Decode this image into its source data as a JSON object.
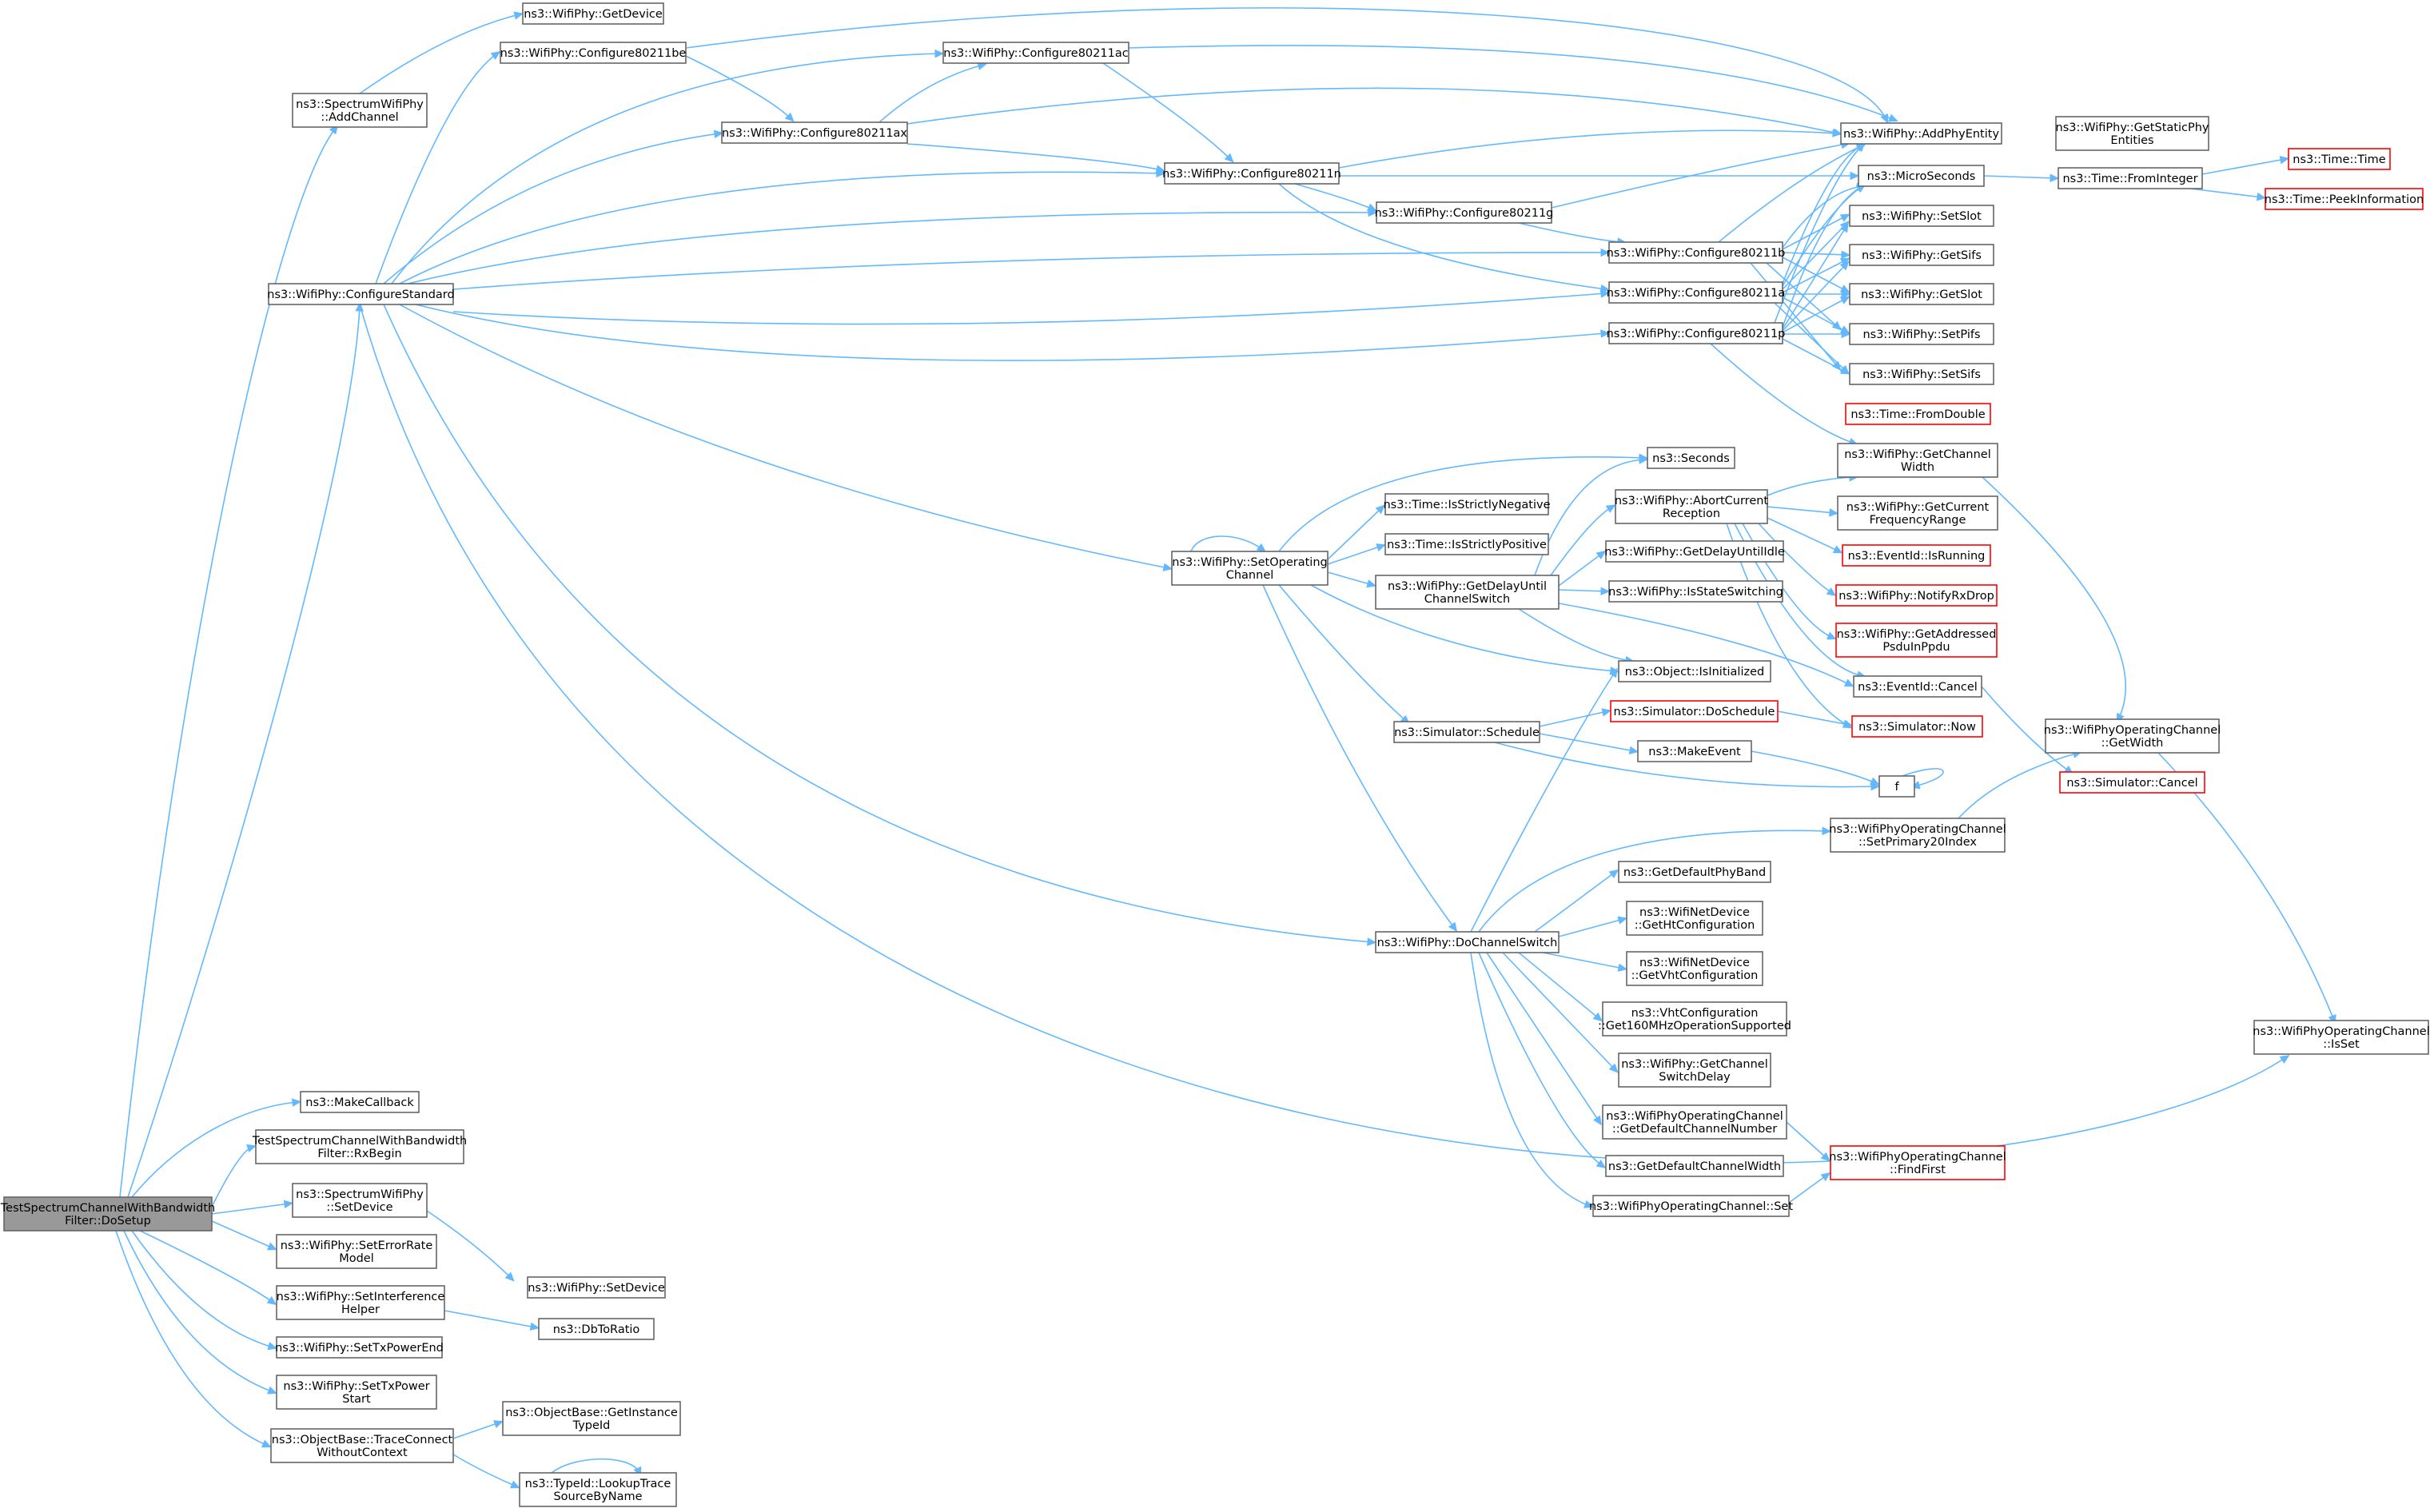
{
  "colors": {
    "edge": "#63b8ff",
    "node_border": "#666666",
    "node_fill": "#ffffff",
    "root_fill": "#999999",
    "truncated_border": "#ff0000"
  },
  "graph": {
    "nodes": [
      {
        "id": "root",
        "lines": [
          "TestSpectrumChannelWithBandwidth",
          "Filter::DoSetup"
        ]
      },
      {
        "id": "addChannel",
        "lines": [
          "ns3::SpectrumWifiPhy",
          "::AddChannel"
        ]
      },
      {
        "id": "configStd",
        "lines": [
          "ns3::WifiPhy::ConfigureStandard"
        ]
      },
      {
        "id": "makeCallback",
        "lines": [
          "ns3::MakeCallback"
        ]
      },
      {
        "id": "rxBegin",
        "lines": [
          "TestSpectrumChannelWithBandwidth",
          "Filter::RxBegin"
        ]
      },
      {
        "id": "setDeviceS",
        "lines": [
          "ns3::SpectrumWifiPhy",
          "::SetDevice"
        ]
      },
      {
        "id": "setErrorRate",
        "lines": [
          "ns3::WifiPhy::SetErrorRate",
          "Model"
        ]
      },
      {
        "id": "setInterference",
        "lines": [
          "ns3::WifiPhy::SetInterference",
          "Helper"
        ]
      },
      {
        "id": "setTxPowerEnd",
        "lines": [
          "ns3::WifiPhy::SetTxPowerEnd"
        ]
      },
      {
        "id": "setTxPowerStart",
        "lines": [
          "ns3::WifiPhy::SetTxPower",
          "Start"
        ]
      },
      {
        "id": "traceConnect",
        "lines": [
          "ns3::ObjectBase::TraceConnect",
          "WithoutContext"
        ]
      },
      {
        "id": "getDevice",
        "lines": [
          "ns3::WifiPhy::GetDevice"
        ]
      },
      {
        "id": "c80211be",
        "lines": [
          "ns3::WifiPhy::Configure80211be"
        ]
      },
      {
        "id": "c80211ax",
        "lines": [
          "ns3::WifiPhy::Configure80211ax"
        ]
      },
      {
        "id": "c80211ac",
        "lines": [
          "ns3::WifiPhy::Configure80211ac"
        ]
      },
      {
        "id": "c80211n",
        "lines": [
          "ns3::WifiPhy::Configure80211n"
        ]
      },
      {
        "id": "c80211g",
        "lines": [
          "ns3::WifiPhy::Configure80211g"
        ]
      },
      {
        "id": "c80211b",
        "lines": [
          "ns3::WifiPhy::Configure80211b"
        ]
      },
      {
        "id": "c80211a",
        "lines": [
          "ns3::WifiPhy::Configure80211a"
        ]
      },
      {
        "id": "c80211p",
        "lines": [
          "ns3::WifiPhy::Configure80211p"
        ]
      },
      {
        "id": "addPhyEntity",
        "lines": [
          "ns3::WifiPhy::AddPhyEntity"
        ]
      },
      {
        "id": "getStaticPhy",
        "lines": [
          "ns3::WifiPhy::GetStaticPhy",
          "Entities"
        ]
      },
      {
        "id": "microSeconds",
        "lines": [
          "ns3::MicroSeconds"
        ]
      },
      {
        "id": "fromInteger",
        "lines": [
          "ns3::Time::FromInteger"
        ]
      },
      {
        "id": "timeTime",
        "lines": [
          "ns3::Time::Time"
        ],
        "truncated": true
      },
      {
        "id": "peekInfo",
        "lines": [
          "ns3::Time::PeekInformation"
        ],
        "truncated": true
      },
      {
        "id": "setSlot",
        "lines": [
          "ns3::WifiPhy::SetSlot"
        ]
      },
      {
        "id": "getSifs",
        "lines": [
          "ns3::WifiPhy::GetSifs"
        ]
      },
      {
        "id": "getSlot",
        "lines": [
          "ns3::WifiPhy::GetSlot"
        ]
      },
      {
        "id": "setPifs",
        "lines": [
          "ns3::WifiPhy::SetPifs"
        ]
      },
      {
        "id": "setSifs",
        "lines": [
          "ns3::WifiPhy::SetSifs"
        ]
      },
      {
        "id": "fromDouble",
        "lines": [
          "ns3::Time::FromDouble"
        ],
        "truncated": true
      },
      {
        "id": "getChannelWidth",
        "lines": [
          "ns3::WifiPhy::GetChannel",
          "Width"
        ]
      },
      {
        "id": "seconds",
        "lines": [
          "ns3::Seconds"
        ]
      },
      {
        "id": "setOpChannel",
        "lines": [
          "ns3::WifiPhy::SetOperating",
          "Channel"
        ]
      },
      {
        "id": "isStrictlyNeg",
        "lines": [
          "ns3::Time::IsStrictlyNegative"
        ]
      },
      {
        "id": "isStrictlyPos",
        "lines": [
          "ns3::Time::IsStrictlyPositive"
        ]
      },
      {
        "id": "getDelayUntil",
        "lines": [
          "ns3::WifiPhy::GetDelayUntil",
          "ChannelSwitch"
        ]
      },
      {
        "id": "abortCurrent",
        "lines": [
          "ns3::WifiPhy::AbortCurrent",
          "Reception"
        ]
      },
      {
        "id": "getCurrentFreq",
        "lines": [
          "ns3::WifiPhy::GetCurrent",
          "FrequencyRange"
        ]
      },
      {
        "id": "eventIsRunning",
        "lines": [
          "ns3::EventId::IsRunning"
        ],
        "truncated": true
      },
      {
        "id": "getDelayUntilIdle",
        "lines": [
          "ns3::WifiPhy::GetDelayUntilIdle"
        ]
      },
      {
        "id": "notifyRxDrop",
        "lines": [
          "ns3::WifiPhy::NotifyRxDrop"
        ],
        "truncated": true
      },
      {
        "id": "isStateSwitching",
        "lines": [
          "ns3::WifiPhy::IsStateSwitching"
        ]
      },
      {
        "id": "getAddressed",
        "lines": [
          "ns3::WifiPhy::GetAddressed",
          "PsduInPpdu"
        ],
        "truncated": true
      },
      {
        "id": "isInitialized",
        "lines": [
          "ns3::Object::IsInitialized"
        ]
      },
      {
        "id": "eventCancel",
        "lines": [
          "ns3::EventId::Cancel"
        ]
      },
      {
        "id": "doSchedule",
        "lines": [
          "ns3::Simulator::DoSchedule"
        ],
        "truncated": true
      },
      {
        "id": "simSchedule",
        "lines": [
          "ns3::Simulator::Schedule"
        ]
      },
      {
        "id": "simNow",
        "lines": [
          "ns3::Simulator::Now"
        ],
        "truncated": true
      },
      {
        "id": "opChGetWidth",
        "lines": [
          "ns3::WifiPhyOperatingChannel",
          "::GetWidth"
        ]
      },
      {
        "id": "makeEvent",
        "lines": [
          "ns3::MakeEvent"
        ]
      },
      {
        "id": "simCancel",
        "lines": [
          "ns3::Simulator::Cancel"
        ],
        "truncated": true
      },
      {
        "id": "f",
        "lines": [
          "f"
        ]
      },
      {
        "id": "setPrimary20",
        "lines": [
          "ns3::WifiPhyOperatingChannel",
          "::SetPrimary20Index"
        ]
      },
      {
        "id": "getDefaultPhyBand",
        "lines": [
          "ns3::GetDefaultPhyBand"
        ]
      },
      {
        "id": "getHtConfig",
        "lines": [
          "ns3::WifiNetDevice",
          "::GetHtConfiguration"
        ]
      },
      {
        "id": "doChannelSwitch",
        "lines": [
          "ns3::WifiPhy::DoChannelSwitch"
        ]
      },
      {
        "id": "getVhtConfig",
        "lines": [
          "ns3::WifiNetDevice",
          "::GetVhtConfiguration"
        ]
      },
      {
        "id": "vht160",
        "lines": [
          "ns3::VhtConfiguration",
          "::Get160MHzOperationSupported"
        ]
      },
      {
        "id": "getChSwitchDelay",
        "lines": [
          "ns3::WifiPhy::GetChannel",
          "SwitchDelay"
        ]
      },
      {
        "id": "getDefaultChNum",
        "lines": [
          "ns3::WifiPhyOperatingChannel",
          "::GetDefaultChannelNumber"
        ]
      },
      {
        "id": "findFirst",
        "lines": [
          "ns3::WifiPhyOperatingChannel",
          "::FindFirst"
        ],
        "truncated": true
      },
      {
        "id": "getDefaultChWidth",
        "lines": [
          "ns3::GetDefaultChannelWidth"
        ]
      },
      {
        "id": "opChSet",
        "lines": [
          "ns3::WifiPhyOperatingChannel::Set"
        ]
      },
      {
        "id": "opChIsSet",
        "lines": [
          "ns3::WifiPhyOperatingChannel",
          "::IsSet"
        ]
      },
      {
        "id": "wifiSetDevice",
        "lines": [
          "ns3::WifiPhy::SetDevice"
        ]
      },
      {
        "id": "dbToRatio",
        "lines": [
          "ns3::DbToRatio"
        ]
      },
      {
        "id": "getInstanceTypeId",
        "lines": [
          "ns3::ObjectBase::GetInstance",
          "TypeId"
        ]
      },
      {
        "id": "lookupTrace",
        "lines": [
          "ns3::TypeId::LookupTrace",
          "SourceByName"
        ]
      }
    ]
  }
}
